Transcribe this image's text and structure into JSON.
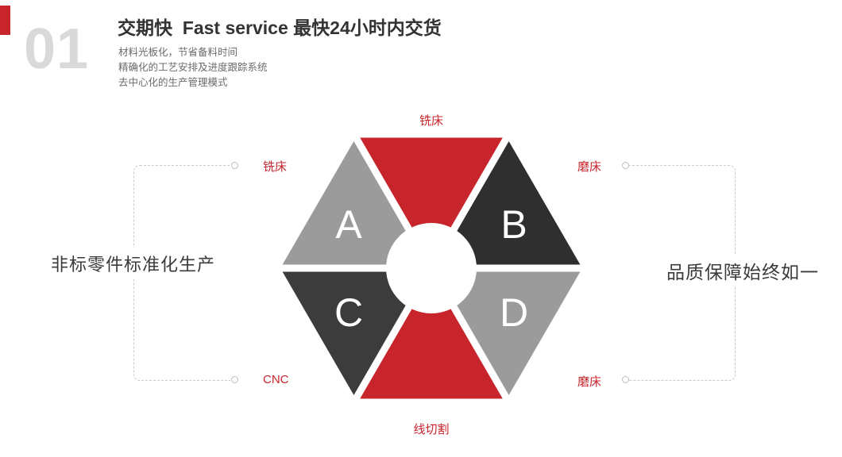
{
  "colors": {
    "red": "#c7242c",
    "gray": "#9b9b9b",
    "dark": "#2f2f2f",
    "charcoal": "#3c3c3c",
    "index_gray": "#d9d9d9",
    "text_dark": "#333333",
    "text_muted": "#6b6b6b",
    "connector": "#c9c9c9",
    "white": "#ffffff"
  },
  "header": {
    "index_number": "01",
    "title": "交期快  Fast service 最快24小时内交货",
    "bullets": [
      "材料光板化，节省备料时间",
      "精确化的工艺安排及进度跟踪系统",
      "去中心化的生产管理模式"
    ]
  },
  "diagram": {
    "segments": {
      "top": {
        "label": "铣床",
        "letter": ""
      },
      "upper_left": {
        "label": "铣床",
        "letter": "A"
      },
      "upper_right": {
        "label": "磨床",
        "letter": "B"
      },
      "lower_left": {
        "label": "CNC",
        "letter": "C"
      },
      "lower_right": {
        "label": "磨床",
        "letter": "D"
      },
      "bottom": {
        "label": "线切割",
        "letter": ""
      }
    },
    "side_text_left": "非标零件标准化生产",
    "side_text_right": "品质保障始终如一"
  }
}
